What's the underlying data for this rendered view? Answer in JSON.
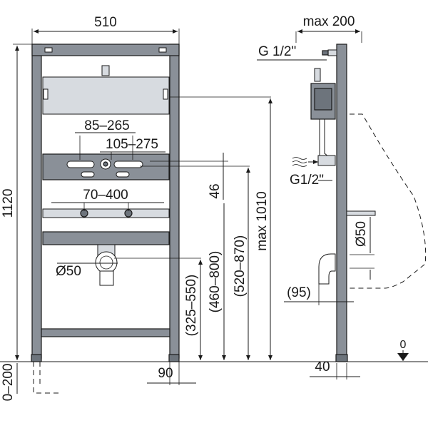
{
  "front": {
    "width": "510",
    "adjust_85": "85–265",
    "adjust_105": "105–275",
    "adjust_70": "70–400",
    "dim_46": "46",
    "height_1120": "1120",
    "height_max": "max 1010",
    "height_520": "(520–870)",
    "height_460": "(460–800)",
    "height_325": "(325–550)",
    "pipe_dia": "Ø50",
    "foot_90": "90",
    "foot_range": "0–200"
  },
  "side": {
    "depth_max": "max 200",
    "g_top": "G 1/2\"",
    "g_side": "G1/2\"",
    "pipe_dia": "Ø50",
    "offset_95": "(95)",
    "foot_40": "40",
    "floor_zero": "0"
  }
}
